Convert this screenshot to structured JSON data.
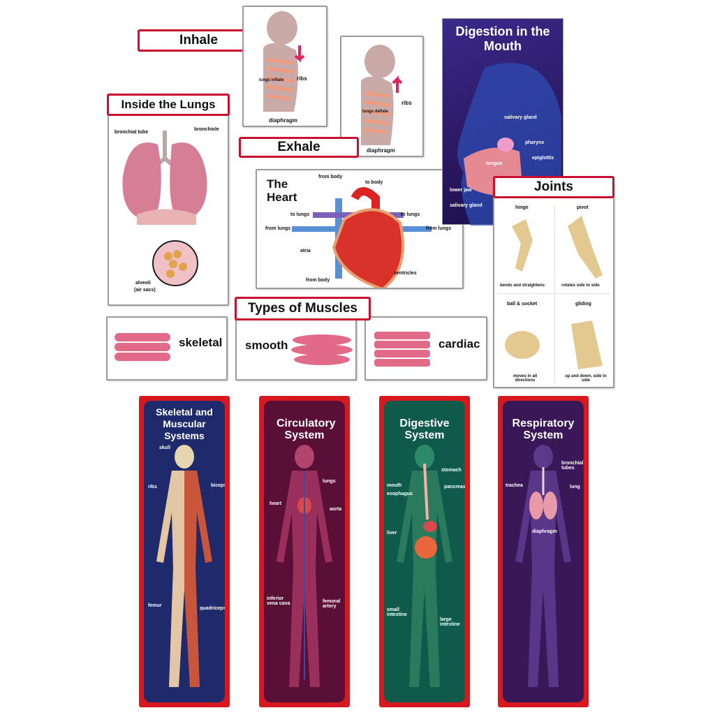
{
  "cards": {
    "inhale": {
      "title": "Inhale",
      "labels": [
        "lungs inflate",
        "ribs",
        "diaphragm"
      ]
    },
    "exhale": {
      "title": "Exhale",
      "labels": [
        "lungs deflate",
        "ribs",
        "diaphragm"
      ]
    },
    "lungs": {
      "title": "Inside the Lungs",
      "labels": [
        "bronchial tube",
        "bronchiole",
        "alveoli",
        "(air sacs)"
      ]
    },
    "mouth": {
      "title": "Digestion in the Mouth",
      "labels": [
        "salivary gland",
        "pharynx",
        "epiglottis",
        "tongue",
        "lower jaw",
        "salivary gland"
      ]
    },
    "heart": {
      "title": "The Heart",
      "labels": [
        "from body",
        "to body",
        "to lungs",
        "to lungs",
        "from lungs",
        "from lungs",
        "atria",
        "ventricles",
        "from body"
      ]
    },
    "joints": {
      "title": "Joints",
      "cells": [
        {
          "name": "hinge",
          "desc": "bends and straightens"
        },
        {
          "name": "pivot",
          "desc": "rotates side to side"
        },
        {
          "name": "ball & socket",
          "desc": "moves in all directions"
        },
        {
          "name": "gliding",
          "desc": "up and down, side to side"
        }
      ]
    },
    "muscles": {
      "title": "Types of Muscles",
      "types": [
        "skeletal",
        "smooth",
        "cardiac"
      ]
    }
  },
  "posters": [
    {
      "title": "Skeletal and Muscular Systems",
      "color": "#1e2a6b",
      "labels": [
        "skull",
        "ribs",
        "biceps",
        "femur",
        "quadriceps"
      ]
    },
    {
      "title": "Circulatory System",
      "color": "#5a1036",
      "labels": [
        "lungs",
        "heart",
        "aorta",
        "inferior vena cava",
        "femoral artery"
      ]
    },
    {
      "title": "Digestive System",
      "color": "#0f5a4a",
      "labels": [
        "mouth",
        "stomach",
        "esophagus",
        "pancreas",
        "liver",
        "small intestine",
        "large intestine"
      ]
    },
    {
      "title": "Respiratory System",
      "color": "#3a1757",
      "labels": [
        "bronchial tubes",
        "trachea",
        "lung",
        "diaphragm"
      ]
    }
  ],
  "colors": {
    "accent": "#c8102e",
    "purple": "#2e1a6e"
  }
}
